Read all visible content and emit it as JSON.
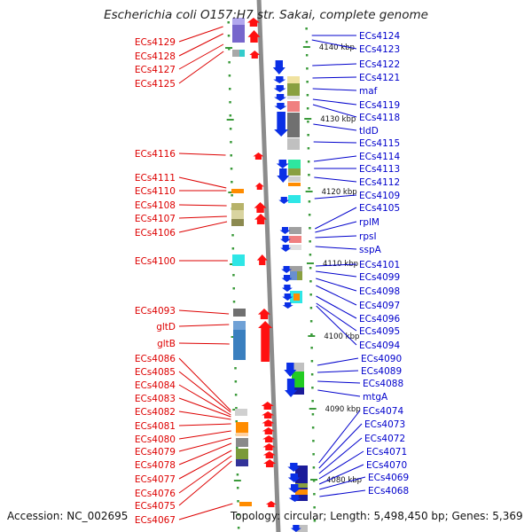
{
  "title": "Escherichia coli O157:H7 str. Sakai, complete genome",
  "footer": {
    "accession": "Accession: NC_002695",
    "topology": "Topology: circular; Length: 5,498,450 bp; Genes: 5,369"
  },
  "colors": {
    "left_label": "#dd0000",
    "right_label": "#0000cc",
    "left_arrow": "#ff1010",
    "right_arrow": "#0a2fe6",
    "axis_line": "#8c8c8c",
    "tick": "#3a9a3a"
  },
  "ruler": [
    {
      "label": "4140 kbp"
    },
    {
      "label": "4130 kbp"
    },
    {
      "label": "4120 kbp"
    },
    {
      "label": "4110 kbp"
    },
    {
      "label": "4100 kbp"
    },
    {
      "label": "4090 kbp"
    },
    {
      "label": "4080 kbp"
    }
  ],
  "left_genes": [
    {
      "name": "ECs4129"
    },
    {
      "name": "ECs4128"
    },
    {
      "name": "ECs4127"
    },
    {
      "name": "ECs4125"
    },
    {
      "name": "ECs4116"
    },
    {
      "name": "ECs4111"
    },
    {
      "name": "ECs4110"
    },
    {
      "name": "ECs4108"
    },
    {
      "name": "ECs4107"
    },
    {
      "name": "ECs4106"
    },
    {
      "name": "ECs4100"
    },
    {
      "name": "ECs4093"
    },
    {
      "name": "gltD"
    },
    {
      "name": "gltB"
    },
    {
      "name": "ECs4086"
    },
    {
      "name": "ECs4085"
    },
    {
      "name": "ECs4084"
    },
    {
      "name": "ECs4083"
    },
    {
      "name": "ECs4082"
    },
    {
      "name": "ECs4081"
    },
    {
      "name": "ECs4080"
    },
    {
      "name": "ECs4079"
    },
    {
      "name": "ECs4078"
    },
    {
      "name": "ECs4077"
    },
    {
      "name": "ECs4076"
    },
    {
      "name": "ECs4075"
    },
    {
      "name": "ECs4067"
    }
  ],
  "right_genes": [
    {
      "name": "ECs4124"
    },
    {
      "name": "ECs4123"
    },
    {
      "name": "ECs4122"
    },
    {
      "name": "ECs4121"
    },
    {
      "name": "maf"
    },
    {
      "name": "ECs4119"
    },
    {
      "name": "ECs4118"
    },
    {
      "name": "tldD"
    },
    {
      "name": "ECs4115"
    },
    {
      "name": "ECs4114"
    },
    {
      "name": "ECs4113"
    },
    {
      "name": "ECs4112"
    },
    {
      "name": "ECs4109"
    },
    {
      "name": "ECs4105"
    },
    {
      "name": "rplM"
    },
    {
      "name": "rpsI"
    },
    {
      "name": "sspA"
    },
    {
      "name": "ECs4101"
    },
    {
      "name": "ECs4099"
    },
    {
      "name": "ECs4098"
    },
    {
      "name": "ECs4097"
    },
    {
      "name": "ECs4096"
    },
    {
      "name": "ECs4095"
    },
    {
      "name": "ECs4094"
    },
    {
      "name": "ECs4090"
    },
    {
      "name": "ECs4089"
    },
    {
      "name": "ECs4088"
    },
    {
      "name": "mtgA"
    },
    {
      "name": "ECs4074"
    },
    {
      "name": "ECs4073"
    },
    {
      "name": "ECs4072"
    },
    {
      "name": "ECs4071"
    },
    {
      "name": "ECs4070"
    },
    {
      "name": "ECs4069"
    },
    {
      "name": "ECs4068"
    }
  ]
}
